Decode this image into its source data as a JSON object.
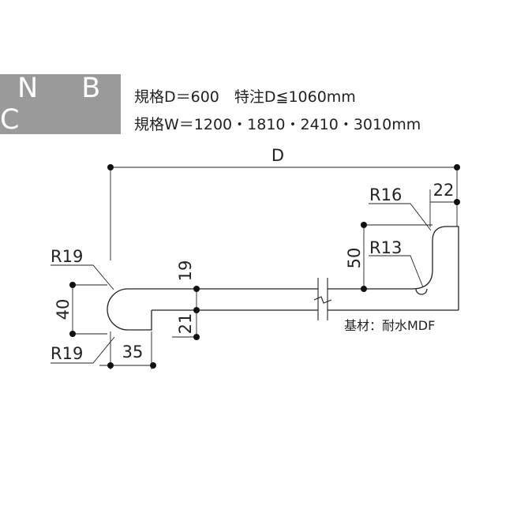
{
  "header": {
    "badge": "N B C",
    "spec_line1": "規格D＝600　特注D≦1060mm",
    "spec_line2": "規格W＝1200・1810・2410・3010mm"
  },
  "dimensions": {
    "depth_label": "D",
    "top_radius_outer": "R16",
    "top_offset": "22",
    "back_height": "50",
    "inner_radius": "R13",
    "board_thickness": "19",
    "lower_thickness": "21",
    "front_height": "40",
    "front_radius_top": "R19",
    "front_radius_bottom": "R19",
    "front_depth": "35"
  },
  "material": "基材：耐水MDF",
  "colors": {
    "badge_bg": "#9a9a9a",
    "line": "#222222"
  }
}
